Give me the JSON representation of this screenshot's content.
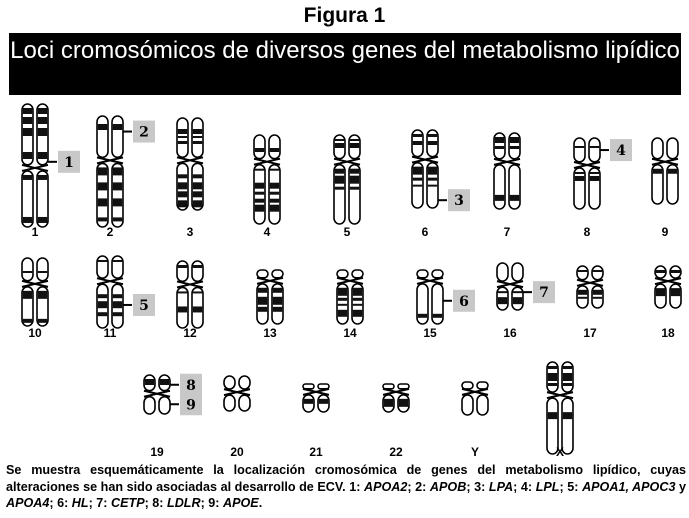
{
  "figure_label": "Figura 1",
  "banner_title": "Loci cromosómicos de diversos genes  del metabolismo lipídico",
  "chromosomes": [
    {
      "label": "1",
      "loci": [
        {
          "num": "1",
          "side": "right",
          "level": 0.47
        }
      ]
    },
    {
      "label": "2",
      "loci": [
        {
          "num": "2",
          "side": "right",
          "level": 0.14
        }
      ]
    },
    {
      "label": "3",
      "loci": []
    },
    {
      "label": "4",
      "loci": []
    },
    {
      "label": "5",
      "loci": []
    },
    {
      "label": "6",
      "loci": [
        {
          "num": "3",
          "side": "right",
          "level": 0.9
        }
      ]
    },
    {
      "label": "7",
      "loci": []
    },
    {
      "label": "8",
      "loci": [
        {
          "num": "4",
          "side": "right",
          "level": 0.17
        }
      ]
    },
    {
      "label": "9",
      "loci": []
    },
    {
      "label": "10",
      "loci": []
    },
    {
      "label": "11",
      "loci": [
        {
          "num": "5",
          "side": "right",
          "level": 0.68
        }
      ]
    },
    {
      "label": "12",
      "loci": []
    },
    {
      "label": "13",
      "loci": []
    },
    {
      "label": "14",
      "loci": []
    },
    {
      "label": "15",
      "loci": [
        {
          "num": "6",
          "side": "right",
          "level": 0.57
        }
      ]
    },
    {
      "label": "16",
      "loci": [
        {
          "num": "7",
          "side": "right",
          "level": 0.62
        }
      ]
    },
    {
      "label": "17",
      "loci": []
    },
    {
      "label": "18",
      "loci": []
    },
    {
      "label": "19",
      "loci": [
        {
          "num": "8",
          "side": "right",
          "level": 0.25
        },
        {
          "num": "9",
          "side": "right",
          "level": 0.75
        }
      ]
    },
    {
      "label": "20",
      "loci": []
    },
    {
      "label": "21",
      "loci": []
    },
    {
      "label": "22",
      "loci": []
    },
    {
      "label": "Y",
      "loci": []
    },
    {
      "label": "X",
      "loci": []
    }
  ],
  "caption": {
    "intro": "Se muestra esquemáticamente la localización cromosómica de genes del metabolismo lipídico, cuyas alteraciones se han sido asociadas al desarrollo de ECV. ",
    "items": [
      {
        "num": "1",
        "gene": "APOA2",
        "sep": "; "
      },
      {
        "num": "2",
        "gene": "APOB",
        "sep": "; "
      },
      {
        "num": "3",
        "gene": "LPA",
        "sep": "; "
      },
      {
        "num": "4",
        "gene": "LPL",
        "sep": ";  "
      },
      {
        "num": "5",
        "gene": "APOA1, APOC3",
        "extra": " y ",
        "gene2": "APOA4",
        "sep": ";   "
      },
      {
        "num": "6",
        "gene": "HL",
        "sep": ";   "
      },
      {
        "num": "7",
        "gene": "CETP",
        "sep": ";   "
      },
      {
        "num": "8",
        "gene": "LDLR",
        "sep": ";   "
      },
      {
        "num": "9",
        "gene": "APOE",
        "sep": "."
      }
    ]
  }
}
